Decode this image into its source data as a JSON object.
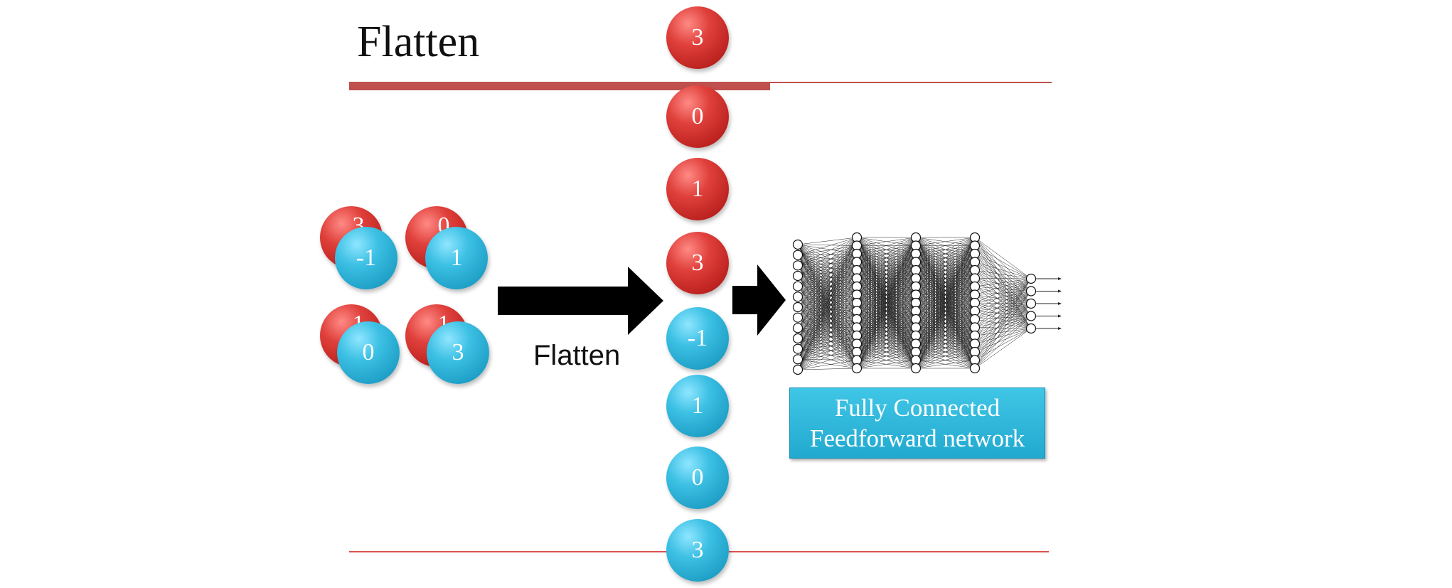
{
  "title": "Flatten",
  "arrow_label": "Flatten",
  "feature_maps": {
    "red": [
      "3",
      "0",
      "1",
      "1"
    ],
    "blue": [
      "-1",
      "1",
      "0",
      "3"
    ]
  },
  "flattened_vector": [
    "3",
    "0",
    "1",
    "3",
    "-1",
    "1",
    "0",
    "3"
  ],
  "network_caption": {
    "line1": "Fully Connected",
    "line2": "Feedforward network"
  },
  "colors": {
    "accent_red": "#c0504d",
    "ball_red": "#d23a35",
    "ball_blue": "#2bb0d8"
  }
}
